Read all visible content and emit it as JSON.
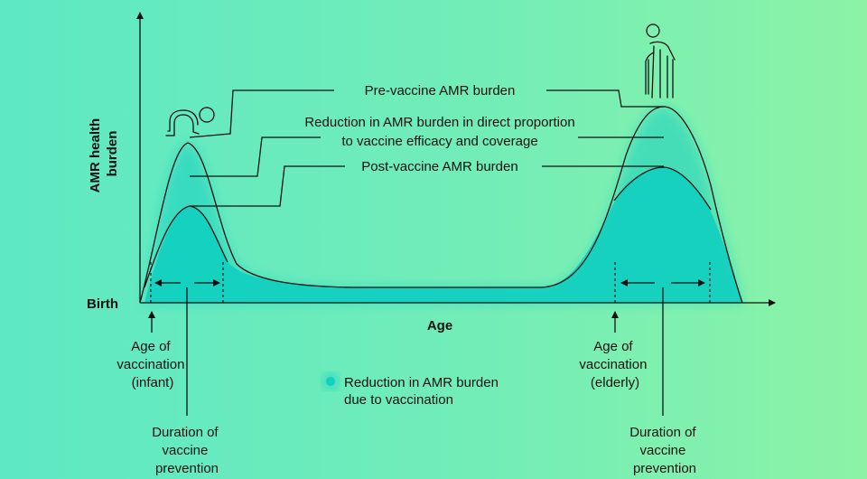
{
  "axis": {
    "y_label_line1": "AMR health",
    "y_label_line2": "burden",
    "x_label": "Age",
    "origin_label": "Birth"
  },
  "callouts": {
    "pre_vaccine": "Pre-vaccine AMR burden",
    "reduction_line1": "Reduction in AMR burden in direct proportion",
    "reduction_line2": "to vaccine efficacy and coverage",
    "post_vaccine": "Post-vaccine AMR burden"
  },
  "infant": {
    "age_line1": "Age of",
    "age_line2": "vaccination",
    "age_line3": "(infant)",
    "duration_line1": "Duration of",
    "duration_line2": "vaccine",
    "duration_line3": "prevention"
  },
  "elderly": {
    "age_line1": "Age of",
    "age_line2": "vaccination",
    "age_line3": "(elderly)",
    "duration_line1": "Duration of",
    "duration_line2": "vaccine",
    "duration_line3": "prevention"
  },
  "legend": {
    "line1": "Reduction in AMR burden",
    "line2": "due to vaccination"
  },
  "colors": {
    "background_left": "#5ee8c4",
    "background_right": "#8cf3a6",
    "fill": "#12cfc0",
    "ink": "#111111"
  },
  "icons": {
    "infant": "crawling-baby-icon",
    "elderly": "elderly-person-with-cane-icon"
  }
}
